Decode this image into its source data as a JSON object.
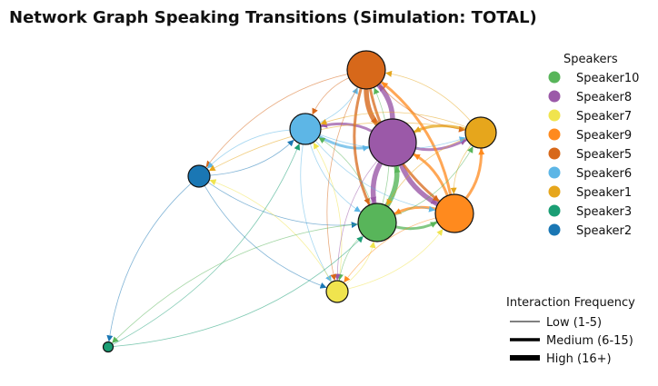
{
  "chart_data": {
    "type": "network",
    "title": "Network Graph Speaking Transitions (Simulation: TOTAL)",
    "legend_title": "Speakers",
    "legend_placement": "right",
    "nodes": [
      {
        "id": "Speaker10",
        "color": "#58b55a",
        "size": "large"
      },
      {
        "id": "Speaker8",
        "color": "#9b59a8",
        "size": "largest"
      },
      {
        "id": "Speaker7",
        "color": "#f0e44e",
        "size": "small"
      },
      {
        "id": "Speaker9",
        "color": "#ff8a1e",
        "size": "large"
      },
      {
        "id": "Speaker5",
        "color": "#d7681a",
        "size": "large"
      },
      {
        "id": "Speaker6",
        "color": "#5db6e6",
        "size": "medium"
      },
      {
        "id": "Speaker1",
        "color": "#e6a61c",
        "size": "medium"
      },
      {
        "id": "Speaker3",
        "color": "#1a9e74",
        "size": "tiny"
      },
      {
        "id": "Speaker2",
        "color": "#1a77b4",
        "size": "small"
      }
    ],
    "edges": [
      {
        "from": "Speaker8",
        "to": "Speaker10",
        "weight": "high"
      },
      {
        "from": "Speaker10",
        "to": "Speaker8",
        "weight": "high"
      },
      {
        "from": "Speaker8",
        "to": "Speaker9",
        "weight": "high"
      },
      {
        "from": "Speaker9",
        "to": "Speaker8",
        "weight": "medium"
      },
      {
        "from": "Speaker8",
        "to": "Speaker5",
        "weight": "high"
      },
      {
        "from": "Speaker5",
        "to": "Speaker8",
        "weight": "high"
      },
      {
        "from": "Speaker8",
        "to": "Speaker6",
        "weight": "medium"
      },
      {
        "from": "Speaker6",
        "to": "Speaker8",
        "weight": "medium"
      },
      {
        "from": "Speaker8",
        "to": "Speaker1",
        "weight": "medium"
      },
      {
        "from": "Speaker1",
        "to": "Speaker8",
        "weight": "medium"
      },
      {
        "from": "Speaker9",
        "to": "Speaker10",
        "weight": "medium"
      },
      {
        "from": "Speaker10",
        "to": "Speaker9",
        "weight": "medium"
      },
      {
        "from": "Speaker9",
        "to": "Speaker5",
        "weight": "medium"
      },
      {
        "from": "Speaker5",
        "to": "Speaker9",
        "weight": "medium"
      },
      {
        "from": "Speaker9",
        "to": "Speaker1",
        "weight": "medium"
      },
      {
        "from": "Speaker1",
        "to": "Speaker9",
        "weight": "low"
      },
      {
        "from": "Speaker5",
        "to": "Speaker10",
        "weight": "medium"
      },
      {
        "from": "Speaker10",
        "to": "Speaker5",
        "weight": "low"
      },
      {
        "from": "Speaker5",
        "to": "Speaker6",
        "weight": "low"
      },
      {
        "from": "Speaker6",
        "to": "Speaker5",
        "weight": "low"
      },
      {
        "from": "Speaker5",
        "to": "Speaker1",
        "weight": "low"
      },
      {
        "from": "Speaker1",
        "to": "Speaker5",
        "weight": "low"
      },
      {
        "from": "Speaker5",
        "to": "Speaker2",
        "weight": "low"
      },
      {
        "from": "Speaker6",
        "to": "Speaker10",
        "weight": "low"
      },
      {
        "from": "Speaker10",
        "to": "Speaker6",
        "weight": "low"
      },
      {
        "from": "Speaker6",
        "to": "Speaker9",
        "weight": "low"
      },
      {
        "from": "Speaker6",
        "to": "Speaker1",
        "weight": "low"
      },
      {
        "from": "Speaker6",
        "to": "Speaker2",
        "weight": "low"
      },
      {
        "from": "Speaker6",
        "to": "Speaker7",
        "weight": "low"
      },
      {
        "from": "Speaker1",
        "to": "Speaker6",
        "weight": "low"
      },
      {
        "from": "Speaker1",
        "to": "Speaker10",
        "weight": "low"
      },
      {
        "from": "Speaker1",
        "to": "Speaker2",
        "weight": "low"
      },
      {
        "from": "Speaker2",
        "to": "Speaker6",
        "weight": "low"
      },
      {
        "from": "Speaker2",
        "to": "Speaker10",
        "weight": "low"
      },
      {
        "from": "Speaker2",
        "to": "Speaker7",
        "weight": "low"
      },
      {
        "from": "Speaker2",
        "to": "Speaker3",
        "weight": "low"
      },
      {
        "from": "Speaker7",
        "to": "Speaker10",
        "weight": "low"
      },
      {
        "from": "Speaker7",
        "to": "Speaker9",
        "weight": "low"
      },
      {
        "from": "Speaker7",
        "to": "Speaker2",
        "weight": "low"
      },
      {
        "from": "Speaker7",
        "to": "Speaker6",
        "weight": "low"
      },
      {
        "from": "Speaker10",
        "to": "Speaker7",
        "weight": "low"
      },
      {
        "from": "Speaker8",
        "to": "Speaker7",
        "weight": "low"
      },
      {
        "from": "Speaker9",
        "to": "Speaker7",
        "weight": "low"
      },
      {
        "from": "Speaker5",
        "to": "Speaker7",
        "weight": "low"
      },
      {
        "from": "Speaker3",
        "to": "Speaker6",
        "weight": "low"
      },
      {
        "from": "Speaker3",
        "to": "Speaker10",
        "weight": "low"
      },
      {
        "from": "Speaker10",
        "to": "Speaker1",
        "weight": "low"
      },
      {
        "from": "Speaker10",
        "to": "Speaker3",
        "weight": "low"
      }
    ],
    "size_legend": {
      "title": "Interaction Frequency",
      "items": [
        {
          "label": "Low (1-5)",
          "weight": "low"
        },
        {
          "label": "Medium (6-15)",
          "weight": "medium"
        },
        {
          "label": "High (16+)",
          "weight": "high"
        }
      ]
    }
  }
}
